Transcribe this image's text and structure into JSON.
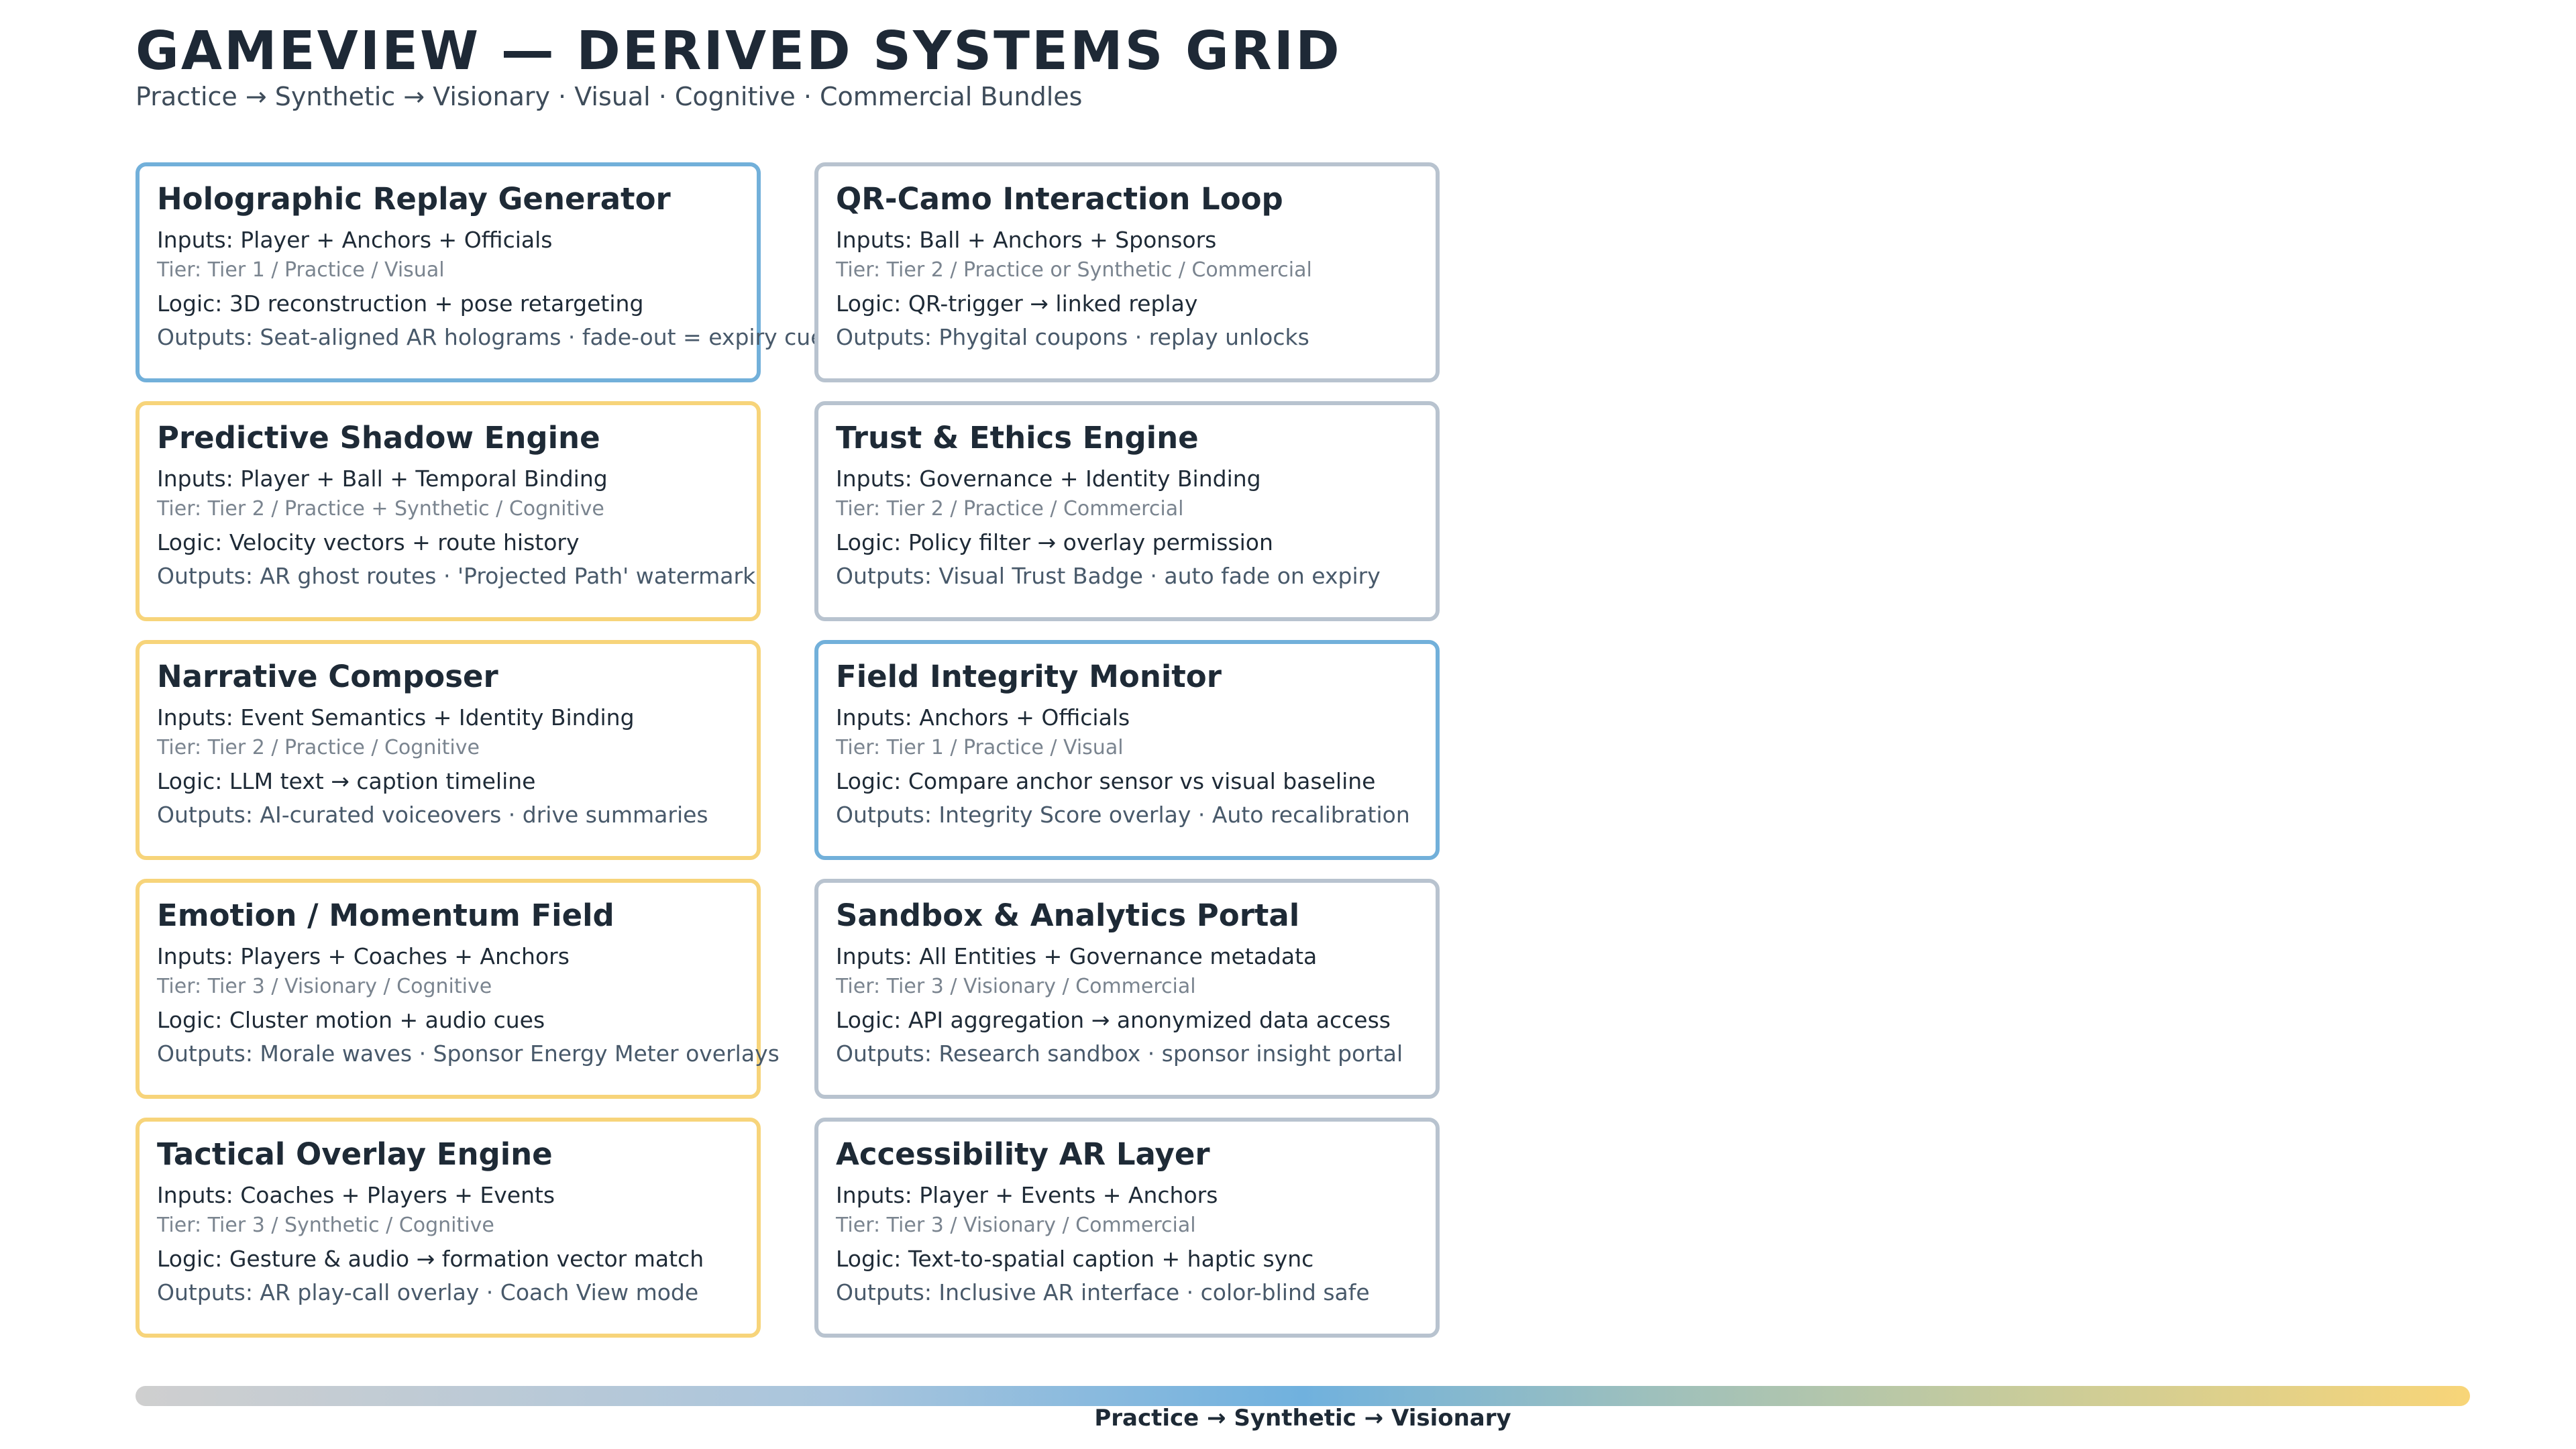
{
  "header": {
    "title": "GAMEVIEW — DERIVED SYSTEMS GRID",
    "subtitle": "Practice → Synthetic → Visionary · Visual · Cognitive · Commercial Bundles"
  },
  "colors": {
    "visual_border": "#72b0da",
    "cognitive_border": "#f7d47a",
    "commercial_border": "#b8c3cf"
  },
  "cards": [
    {
      "title": "Holographic Replay Generator",
      "inputs": "Inputs: Player + Anchors + Officials",
      "tier": "Tier: Tier 1 / Practice / Visual",
      "logic": "Logic: 3D reconstruction + pose retargeting",
      "outputs": "Outputs: Seat-aligned AR holograms · fade-out = expiry cue",
      "bundle": "Visual"
    },
    {
      "title": "QR-Camo Interaction Loop",
      "inputs": "Inputs: Ball + Anchors + Sponsors",
      "tier": "Tier: Tier 2 / Practice or Synthetic / Commercial",
      "logic": "Logic: QR-trigger → linked replay",
      "outputs": "Outputs: Phygital coupons · replay unlocks",
      "bundle": "Commercial"
    },
    {
      "title": "Predictive Shadow Engine",
      "inputs": "Inputs: Player + Ball + Temporal Binding",
      "tier": "Tier: Tier 2 / Practice + Synthetic / Cognitive",
      "logic": "Logic: Velocity vectors + route history",
      "outputs": "Outputs: AR ghost routes · 'Projected Path' watermark",
      "bundle": "Cognitive"
    },
    {
      "title": "Trust & Ethics Engine",
      "inputs": "Inputs: Governance + Identity Binding",
      "tier": "Tier: Tier 2 / Practice / Commercial",
      "logic": "Logic: Policy filter → overlay permission",
      "outputs": "Outputs: Visual Trust Badge · auto fade on expiry",
      "bundle": "Commercial"
    },
    {
      "title": "Narrative Composer",
      "inputs": "Inputs: Event Semantics + Identity Binding",
      "tier": "Tier: Tier 2 / Practice / Cognitive",
      "logic": "Logic: LLM text → caption timeline",
      "outputs": "Outputs: AI-curated voiceovers · drive summaries",
      "bundle": "Cognitive"
    },
    {
      "title": "Field Integrity Monitor",
      "inputs": "Inputs: Anchors + Officials",
      "tier": "Tier: Tier 1 / Practice / Visual",
      "logic": "Logic: Compare anchor sensor vs visual baseline",
      "outputs": "Outputs: Integrity Score overlay · Auto recalibration",
      "bundle": "Visual"
    },
    {
      "title": "Emotion / Momentum Field",
      "inputs": "Inputs: Players + Coaches + Anchors",
      "tier": "Tier: Tier 3 / Visionary / Cognitive",
      "logic": "Logic: Cluster motion + audio cues",
      "outputs": "Outputs: Morale waves · Sponsor Energy Meter overlays",
      "bundle": "Cognitive"
    },
    {
      "title": "Sandbox & Analytics Portal",
      "inputs": "Inputs: All Entities + Governance metadata",
      "tier": "Tier: Tier 3 / Visionary / Commercial",
      "logic": "Logic: API aggregation → anonymized data access",
      "outputs": "Outputs: Research sandbox · sponsor insight portal",
      "bundle": "Commercial"
    },
    {
      "title": "Tactical Overlay Engine",
      "inputs": "Inputs: Coaches + Players + Events",
      "tier": "Tier: Tier 3 / Synthetic / Cognitive",
      "logic": "Logic: Gesture & audio → formation vector match",
      "outputs": "Outputs: AR play-call overlay · Coach View mode",
      "bundle": "Cognitive"
    },
    {
      "title": "Accessibility AR Layer",
      "inputs": "Inputs: Player + Events + Anchors",
      "tier": "Tier: Tier 3 / Visionary / Commercial",
      "logic": "Logic: Text-to-spatial caption + haptic sync",
      "outputs": "Outputs: Inclusive AR interface · color-blind safe",
      "bundle": "Commercial"
    }
  ],
  "footer": {
    "bar_label": "Practice → Synthetic → Visionary"
  }
}
